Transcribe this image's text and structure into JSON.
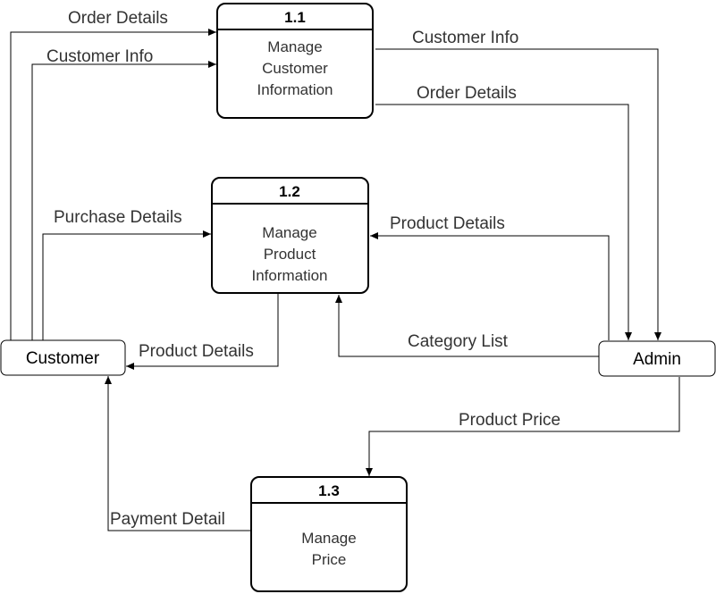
{
  "processes": [
    {
      "id": "1.1",
      "lines": [
        "Manage",
        "Customer",
        "Information"
      ]
    },
    {
      "id": "1.2",
      "lines": [
        "Manage",
        "Product",
        "Information"
      ]
    },
    {
      "id": "1.3",
      "lines": [
        "Manage",
        "Price"
      ]
    }
  ],
  "entities": {
    "customer": "Customer",
    "admin": "Admin"
  },
  "flows": {
    "order_details_to_p1": "Order Details",
    "customer_info_to_p1": "Customer Info",
    "customer_info_to_admin": "Customer Info",
    "order_details_to_admin": "Order Details",
    "purchase_details": "Purchase Details",
    "product_details_from_admin": "Product Details",
    "product_details_to_customer": "Product Details",
    "category_list": "Category List",
    "product_price": "Product Price",
    "payment_detail": "Payment Detail"
  }
}
